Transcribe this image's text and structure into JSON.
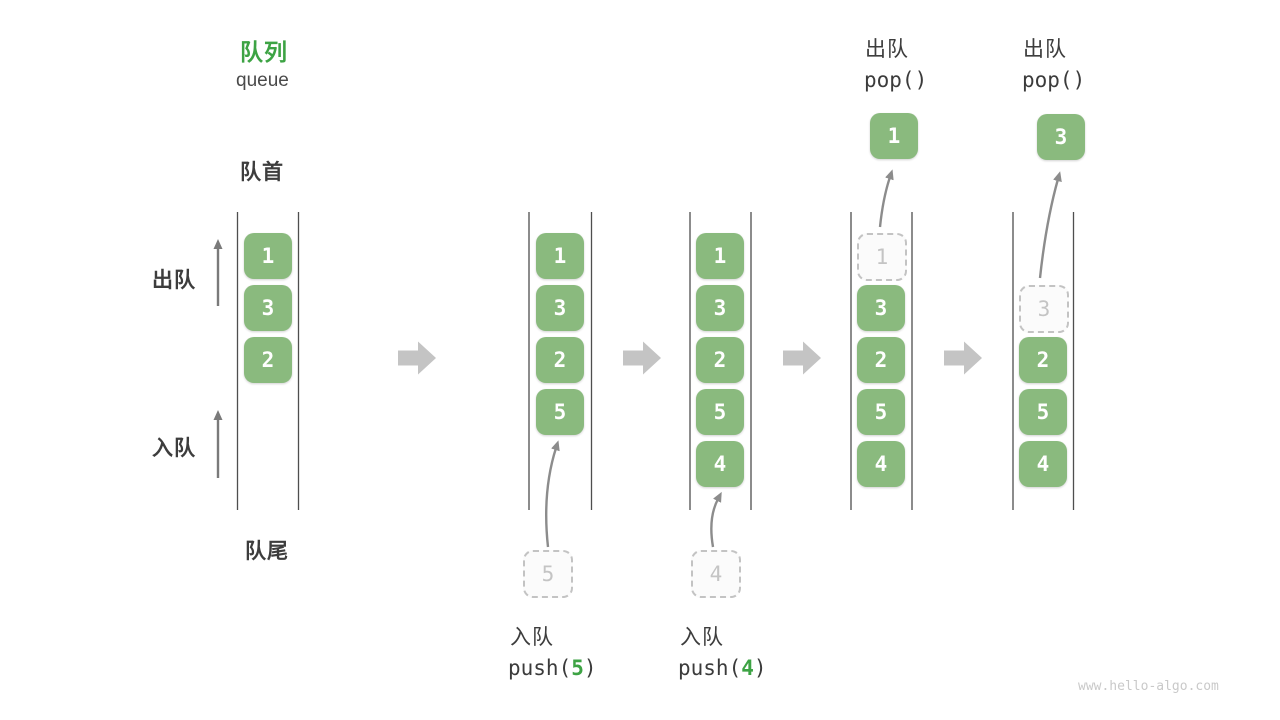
{
  "title": {
    "zh": "队列",
    "en": "queue"
  },
  "labels": {
    "front": "队首",
    "rear": "队尾",
    "dequeue_side": "出队",
    "enqueue_side": "入队"
  },
  "ops": {
    "push5": {
      "name": "入队",
      "code_pre": "push(",
      "arg": "5",
      "code_post": ")"
    },
    "push4": {
      "name": "入队",
      "code_pre": "push(",
      "arg": "4",
      "code_post": ")"
    },
    "pop1": {
      "name": "出队",
      "code": "pop()"
    },
    "pop2": {
      "name": "出队",
      "code": "pop()"
    }
  },
  "queues": [
    {
      "cells": [
        "1",
        "3",
        "2"
      ]
    },
    {
      "cells": [
        "1",
        "3",
        "2",
        "5"
      ],
      "incoming": "5"
    },
    {
      "cells": [
        "1",
        "3",
        "2",
        "5",
        "4"
      ],
      "incoming": "4"
    },
    {
      "ghost": "1",
      "cells": [
        "3",
        "2",
        "5",
        "4"
      ],
      "popped": "1"
    },
    {
      "ghost": "3",
      "cells": [
        "2",
        "5",
        "4"
      ],
      "popped": "3"
    }
  ],
  "watermark": "www.hello-algo.com",
  "colors": {
    "accent_green": "#3da344",
    "box_green": "#8aba7e",
    "ghost_gray": "#c3c3c3",
    "flow_arrow_gray": "#c4c4c4",
    "line_gray": "#4e4e4e"
  }
}
